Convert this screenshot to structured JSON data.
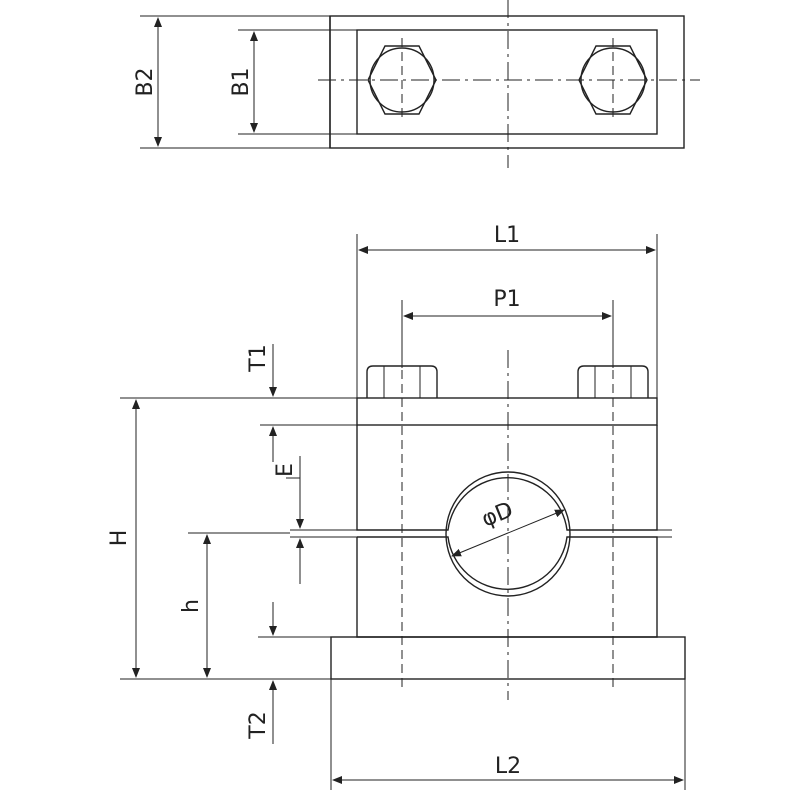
{
  "labels": {
    "b2": "B2",
    "b1": "B1",
    "l1": "L1",
    "p1": "P1",
    "t1": "T1",
    "e": "E",
    "phi_d": "φD",
    "h_upper": "H",
    "h_lower": "h",
    "t2": "T2",
    "l2": "L2"
  }
}
